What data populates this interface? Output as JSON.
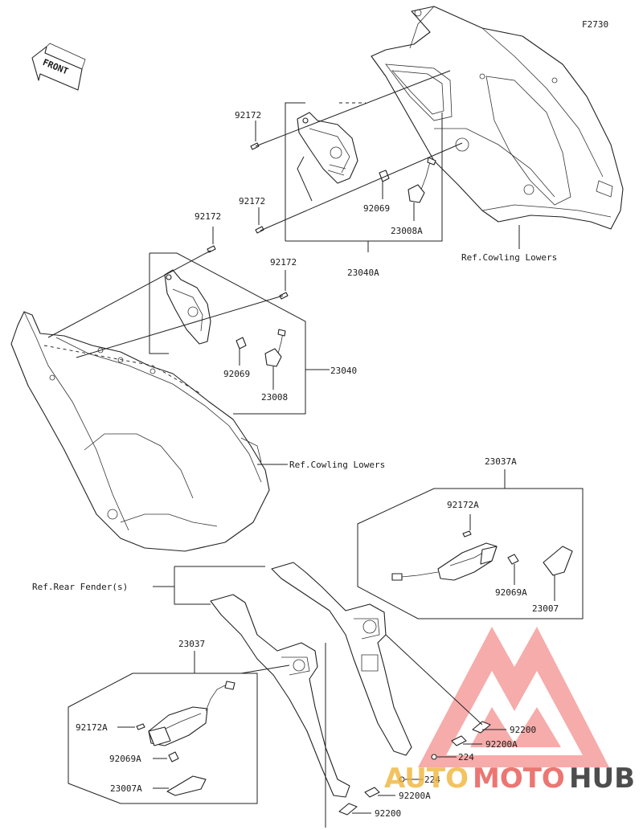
{
  "diagram_code": "F2730",
  "front_label": "FRONT",
  "labels": {
    "p92172_a": "92172",
    "p92172_b": "92172",
    "p92172_c": "92172",
    "p92172_d": "92172",
    "p92069_upper": "92069",
    "p23008A": "23008A",
    "p23040A": "23040A",
    "ref_cowling_upper": "Ref.Cowling Lowers",
    "p92069_lower": "92069",
    "p23008": "23008",
    "p23040": "23040",
    "ref_cowling_lower": "Ref.Cowling Lowers",
    "p23037A": "23037A",
    "p92172A_right": "92172A",
    "p92069A_right": "92069A",
    "p23007": "23007",
    "ref_rear_fender": "Ref.Rear Fender(s)",
    "p23037": "23037",
    "p92172A_left": "92172A",
    "p92069A_left": "92069A",
    "p23007A": "23007A",
    "p92200_a": "92200",
    "p92200A_a": "92200A",
    "p224_a": "224",
    "p224_b": "224",
    "p92200A_b": "92200A",
    "p92200_b": "92200"
  },
  "watermark": {
    "auto": "AUTO",
    "moto": "MOTO",
    "hub": "HUB",
    "colors": {
      "auto": "#f0b53a",
      "moto": "#e8554f",
      "hub": "#2f2f2f",
      "triangle": "#f06a66"
    }
  }
}
